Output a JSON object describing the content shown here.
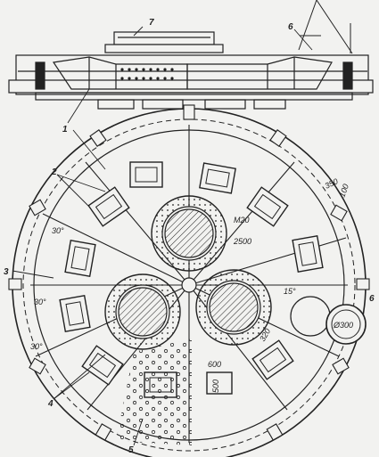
{
  "figure": {
    "callouts": {
      "c1": "1",
      "c2": "2",
      "c3": "3",
      "c4": "4",
      "c5": "5",
      "c6_side": "6",
      "c6_plan": "6",
      "c7": "7"
    },
    "dimensions": {
      "m20": "M20",
      "d2500": "2500",
      "d350": "350",
      "d100": "100",
      "d600": "600",
      "d500": "500",
      "d320": "320",
      "d1300": "Ø300",
      "a30_upper": "30°",
      "a30_left": "30°",
      "a30_lower": "30°",
      "a15": "15°"
    }
  },
  "colors": {
    "background": "#f2f2f0",
    "ink": "#222222"
  }
}
